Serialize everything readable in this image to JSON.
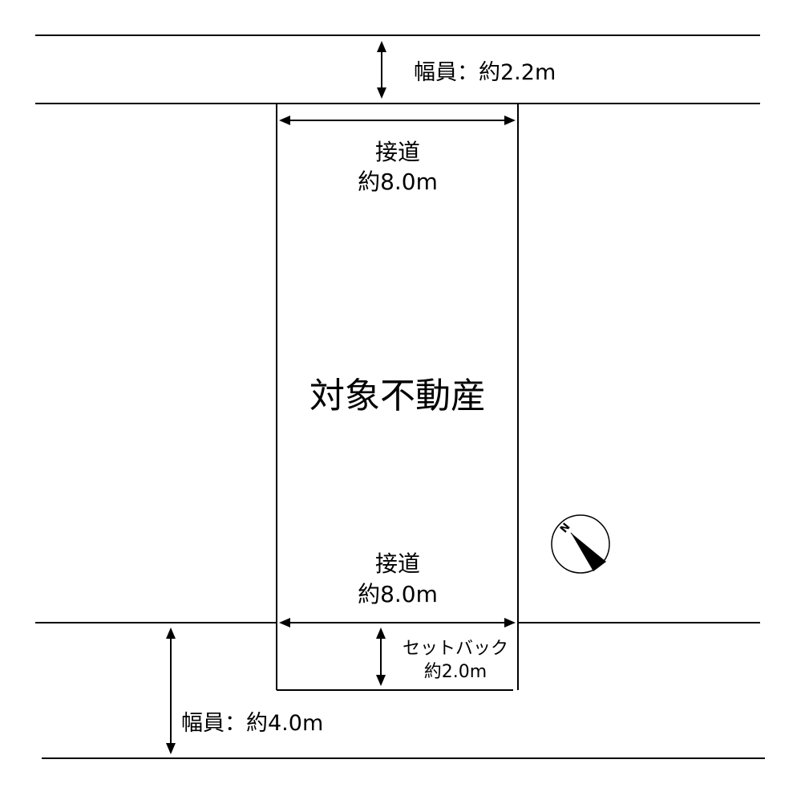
{
  "north_road": {
    "width_label": "幅員：約2.2m"
  },
  "south_road": {
    "width_label": "幅員：約4.0m"
  },
  "property": {
    "label": "対象不動産",
    "north_frontage": {
      "title": "接道",
      "length": "約8.0m"
    },
    "south_frontage": {
      "title": "接道",
      "length": "約8.0m"
    }
  },
  "setback": {
    "title": "セットバック",
    "length": "約2.0m"
  },
  "compass": {
    "direction_label": "N",
    "icon": "north-arrow-icon"
  },
  "colors": {
    "line": "#000000",
    "background": "#ffffff"
  }
}
